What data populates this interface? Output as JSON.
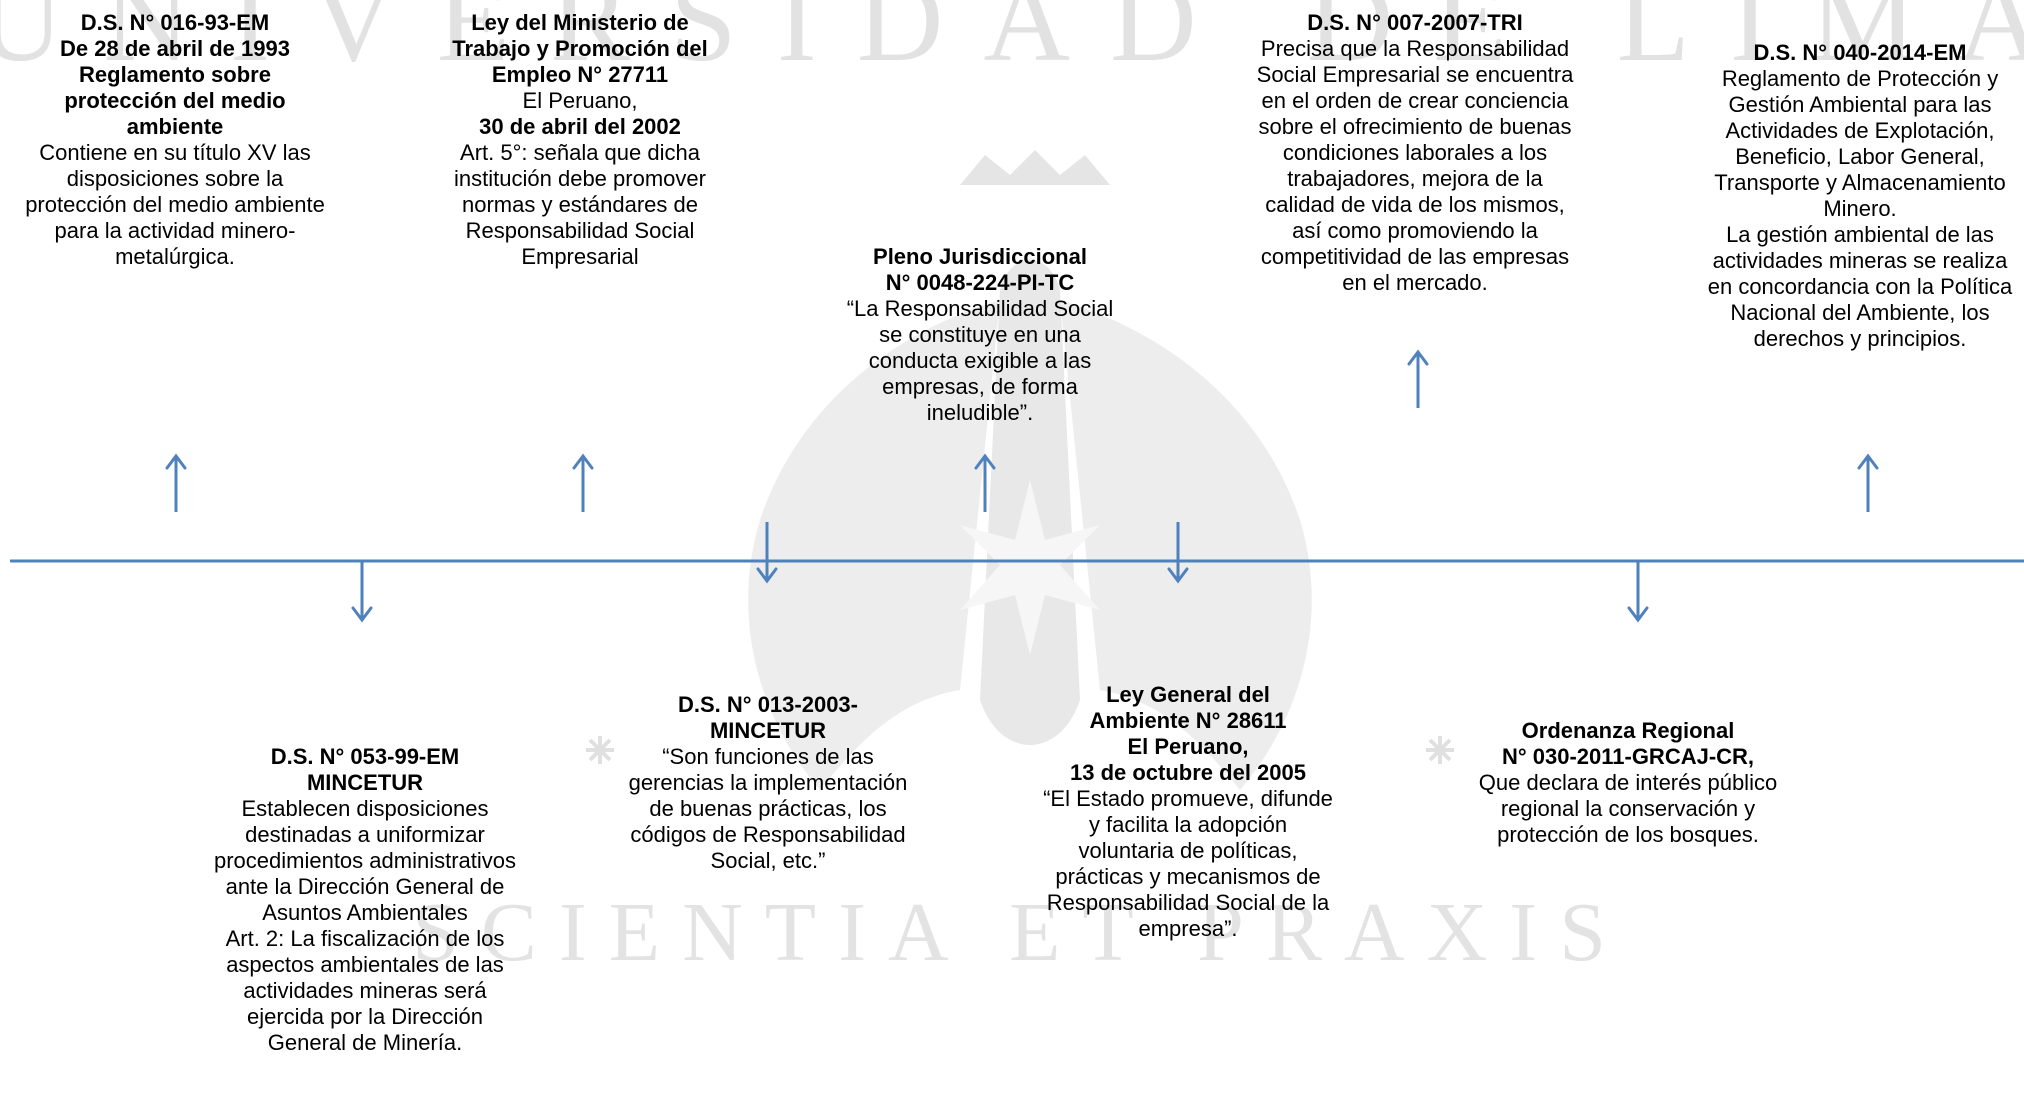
{
  "timeline": {
    "line_color": "#4f81bd",
    "watermark_color": "#c8c8c8",
    "watermark_text": "UNIVERSIDAD DE LIMA",
    "watermark_motto": "SCIENTIA ET PRAXIS"
  },
  "events": [
    {
      "id": "ds-016-93-em",
      "position": "above",
      "lines": [
        {
          "text": "D.S. N° 016-93-EM",
          "bold": true
        },
        {
          "text": "De 28 de abril de 1993",
          "bold": true
        },
        {
          "text": "Reglamento sobre",
          "bold": true
        },
        {
          "text": "protección del medio",
          "bold": true
        },
        {
          "text": "ambiente",
          "bold": true
        },
        {
          "text": "Contiene en su título XV las",
          "bold": false
        },
        {
          "text": "disposiciones sobre la",
          "bold": false
        },
        {
          "text": "protección del medio ambiente",
          "bold": false
        },
        {
          "text": "para la actividad minero-",
          "bold": false
        },
        {
          "text": "metalúrgica.",
          "bold": false
        }
      ]
    },
    {
      "id": "ds-053-99-em",
      "position": "below",
      "lines": [
        {
          "text": "D.S. N° 053-99-EM",
          "bold": true
        },
        {
          "text": "MINCETUR",
          "bold": true
        },
        {
          "text": "Establecen disposiciones",
          "bold": false
        },
        {
          "text": "destinadas a uniformizar",
          "bold": false
        },
        {
          "text": "procedimientos administrativos",
          "bold": false
        },
        {
          "text": "ante la Dirección General de",
          "bold": false
        },
        {
          "text": "Asuntos Ambientales",
          "bold": false
        },
        {
          "text": "Art. 2: La fiscalización de los",
          "bold": false
        },
        {
          "text": "aspectos ambientales de las",
          "bold": false
        },
        {
          "text": "actividades mineras será",
          "bold": false
        },
        {
          "text": "ejercida por la Dirección",
          "bold": false
        },
        {
          "text": "General de Minería.",
          "bold": false
        }
      ]
    },
    {
      "id": "ley-27711",
      "position": "above",
      "lines": [
        {
          "text": "Ley del Ministerio de",
          "bold": true
        },
        {
          "text": "Trabajo y Promoción del",
          "bold": true
        },
        {
          "text": "Empleo N° 27711",
          "bold": true
        },
        {
          "text": "El Peruano,",
          "bold": false
        },
        {
          "text": "30 de abril del 2002",
          "bold": true
        },
        {
          "text": "Art. 5°: señala que dicha",
          "bold": false
        },
        {
          "text": "institución debe promover",
          "bold": false
        },
        {
          "text": "normas y estándares de",
          "bold": false
        },
        {
          "text": "Responsabilidad Social",
          "bold": false
        },
        {
          "text": "Empresarial",
          "bold": false
        }
      ]
    },
    {
      "id": "ds-013-2003-mincetur",
      "position": "below",
      "lines": [
        {
          "text": "D.S. N° 013-2003-",
          "bold": true
        },
        {
          "text": "MINCETUR",
          "bold": true
        },
        {
          "text": "“Son funciones de las",
          "bold": false
        },
        {
          "text": "gerencias la implementación",
          "bold": false
        },
        {
          "text": "de buenas prácticas, los",
          "bold": false
        },
        {
          "text": "códigos de Responsabilidad",
          "bold": false
        },
        {
          "text": "Social, etc.”",
          "bold": false
        }
      ]
    },
    {
      "id": "pleno-jurisdiccional",
      "position": "above",
      "lines": [
        {
          "text": "Pleno Jurisdiccional",
          "bold": true
        },
        {
          "text": "N° 0048-224-PI-TC",
          "bold": true
        },
        {
          "text": "“La Responsabilidad Social",
          "bold": false
        },
        {
          "text": "se constituye en una",
          "bold": false
        },
        {
          "text": "conducta exigible a las",
          "bold": false
        },
        {
          "text": "empresas, de forma",
          "bold": false
        },
        {
          "text": "ineludible”.",
          "bold": false
        }
      ]
    },
    {
      "id": "ley-28611",
      "position": "below",
      "lines": [
        {
          "text": "Ley General del",
          "bold": true
        },
        {
          "text": "Ambiente N° 28611",
          "bold": true
        },
        {
          "text": "El Peruano,",
          "bold": true
        },
        {
          "text": "13 de octubre del 2005",
          "bold": true
        },
        {
          "text": "“El Estado promueve, difunde",
          "bold": false
        },
        {
          "text": "y facilita la adopción",
          "bold": false
        },
        {
          "text": "voluntaria de políticas,",
          "bold": false
        },
        {
          "text": "prácticas y mecanismos de",
          "bold": false
        },
        {
          "text": "Responsabilidad Social de la",
          "bold": false
        },
        {
          "text": "empresa”.",
          "bold": false
        }
      ]
    },
    {
      "id": "ds-007-2007-tri",
      "position": "above",
      "lines": [
        {
          "text": "D.S. N° 007-2007-TRI",
          "bold": true
        },
        {
          "text": "Precisa que la Responsabilidad",
          "bold": false
        },
        {
          "text": "Social Empresarial se encuentra",
          "bold": false
        },
        {
          "text": "en el orden de crear conciencia",
          "bold": false
        },
        {
          "text": "sobre el ofrecimiento de buenas",
          "bold": false
        },
        {
          "text": "condiciones laborales a los",
          "bold": false
        },
        {
          "text": "trabajadores, mejora de la",
          "bold": false
        },
        {
          "text": "calidad de vida de los mismos,",
          "bold": false
        },
        {
          "text": "así como promoviendo la",
          "bold": false
        },
        {
          "text": "competitividad de las empresas",
          "bold": false
        },
        {
          "text": "en el mercado.",
          "bold": false
        }
      ]
    },
    {
      "id": "ordenanza-regional",
      "position": "below",
      "lines": [
        {
          "text": "Ordenanza Regional",
          "bold": true
        },
        {
          "text": "N° 030-2011-GRCAJ-CR,",
          "bold": true
        },
        {
          "text": "Que declara de interés público",
          "bold": false
        },
        {
          "text": "regional la conservación y",
          "bold": false
        },
        {
          "text": "protección de los bosques.",
          "bold": false
        }
      ]
    },
    {
      "id": "ds-040-2014-em",
      "position": "above",
      "lines": [
        {
          "text": "D.S. N° 040-2014-EM",
          "bold": true
        },
        {
          "text": "Reglamento de Protección y",
          "bold": false
        },
        {
          "text": "Gestión Ambiental para las",
          "bold": false
        },
        {
          "text": "Actividades de Explotación,",
          "bold": false
        },
        {
          "text": "Beneficio, Labor General,",
          "bold": false
        },
        {
          "text": "Transporte y Almacenamiento",
          "bold": false
        },
        {
          "text": "Minero.",
          "bold": false
        },
        {
          "text": "La gestión ambiental de las",
          "bold": false
        },
        {
          "text": "actividades mineras se realiza",
          "bold": false
        },
        {
          "text": "en concordancia con la Política",
          "bold": false
        },
        {
          "text": "Nacional del Ambiente, los",
          "bold": false
        },
        {
          "text": "derechos y principios.",
          "bold": false
        }
      ]
    }
  ]
}
